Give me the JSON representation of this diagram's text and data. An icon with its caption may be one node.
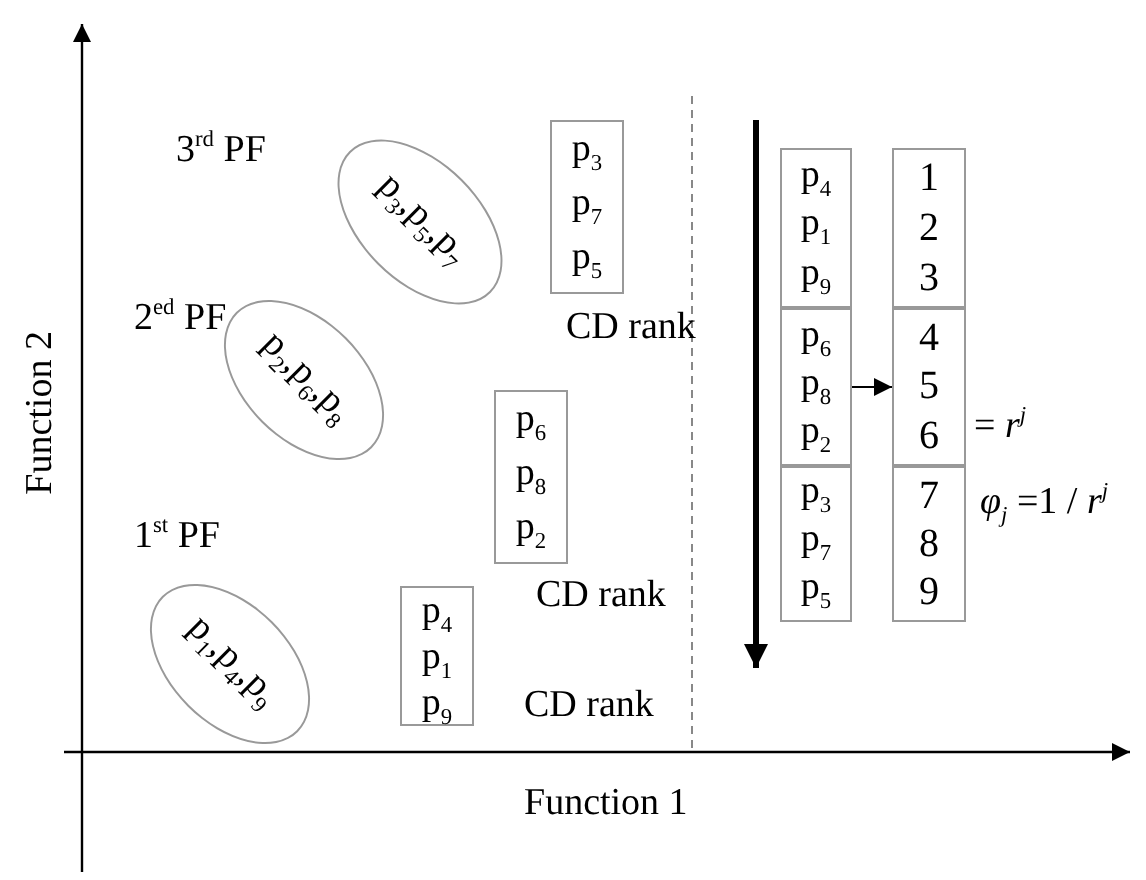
{
  "diagram": {
    "nodes": [
      {
        "text": [
          "p$_{3}$,p$_{5}$,p$_{7}$"
        ],
        "beside": [
          "3$^{rd}$ PF"
        ]
      },
      {
        "text": [
          "p$_{2}$,p$_{6}$,p$_{8}$"
        ],
        "beside": [
          "2$^{ed}$ PF"
        ]
      },
      {
        "text": [
          "p$_{1}$,p$_{4}$,p$_{9}$"
        ],
        "beside": [
          "1$^{st}$ PF"
        ]
      },
      {
        "text": [
          "p$_{3}$",
          "p$_{7}$",
          "p$_{5}$"
        ]
      },
      {
        "text": [
          "p$_{6}$",
          "p$_{8}$",
          "p$_{2}$"
        ]
      },
      {
        "text": [
          "p$_{4}$",
          "p$_{1}$",
          "p$_{9}$"
        ]
      },
      {
        "text": [
          "p$_{4}$",
          "p$_{1}$",
          "p$_{9}$"
        ]
      },
      {
        "text": [
          "p$_{6}$",
          "p$_{8}$",
          "p$_{2}$"
        ]
      },
      {
        "text": [
          "p$_{3}$",
          "p$_{7}$",
          "p$_{5}$"
        ]
      },
      {
        "text": [
          "1",
          "2",
          "3"
        ]
      },
      {
        "text": [
          "4",
          "5",
          "6"
        ]
      },
      {
        "text": [
          "7",
          "8",
          "9"
        ]
      }
    ],
    "edges": [
      {
        "from": 7,
        "to": 10,
        "arrow": "to"
      }
    ],
    "labels": [
      "CD rank",
      "= *r*$^{j}$",
      "*φ*$_{j}$ =1 / *r*$^{j}$",
      "CD rank",
      "CD rank",
      "Function 1",
      "Function 2"
    ]
  }
}
